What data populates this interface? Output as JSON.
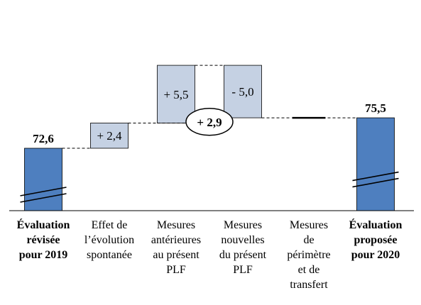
{
  "chart_data": {
    "type": "bar",
    "subtype": "waterfall",
    "categories": [
      [
        "Évaluation",
        "révisée",
        "pour 2019"
      ],
      [
        "Effet de",
        "l’évolution",
        "spontanée"
      ],
      [
        "Mesures",
        "antérieures",
        "au présent",
        "PLF"
      ],
      [
        "Mesures",
        "nouvelles",
        "du présent",
        "PLF"
      ],
      [
        "Mesures",
        "de",
        "périmètre",
        "et de",
        "transfert"
      ],
      [
        "Évaluation",
        "proposée",
        "pour 2020"
      ]
    ],
    "bold_categories": [
      0,
      5
    ],
    "steps": [
      {
        "kind": "total",
        "value": 72.6,
        "label": "72,6"
      },
      {
        "kind": "delta",
        "value": 2.4,
        "label": "+ 2,4"
      },
      {
        "kind": "delta",
        "value": 5.5,
        "label": "+ 5,5"
      },
      {
        "kind": "delta",
        "value": -5.0,
        "label": "- 5,0"
      },
      {
        "kind": "delta",
        "value": 0.0,
        "label": ""
      },
      {
        "kind": "total",
        "value": 75.5,
        "label": "75,5"
      }
    ],
    "callout": {
      "label": "+ 2,9",
      "between": [
        2,
        3
      ]
    },
    "axis_break": true,
    "grid": false,
    "legend": false,
    "colors": {
      "total": "#4e7fbf",
      "delta": "#c5d1e3",
      "edge": "#000000",
      "connector": "#000000"
    }
  }
}
